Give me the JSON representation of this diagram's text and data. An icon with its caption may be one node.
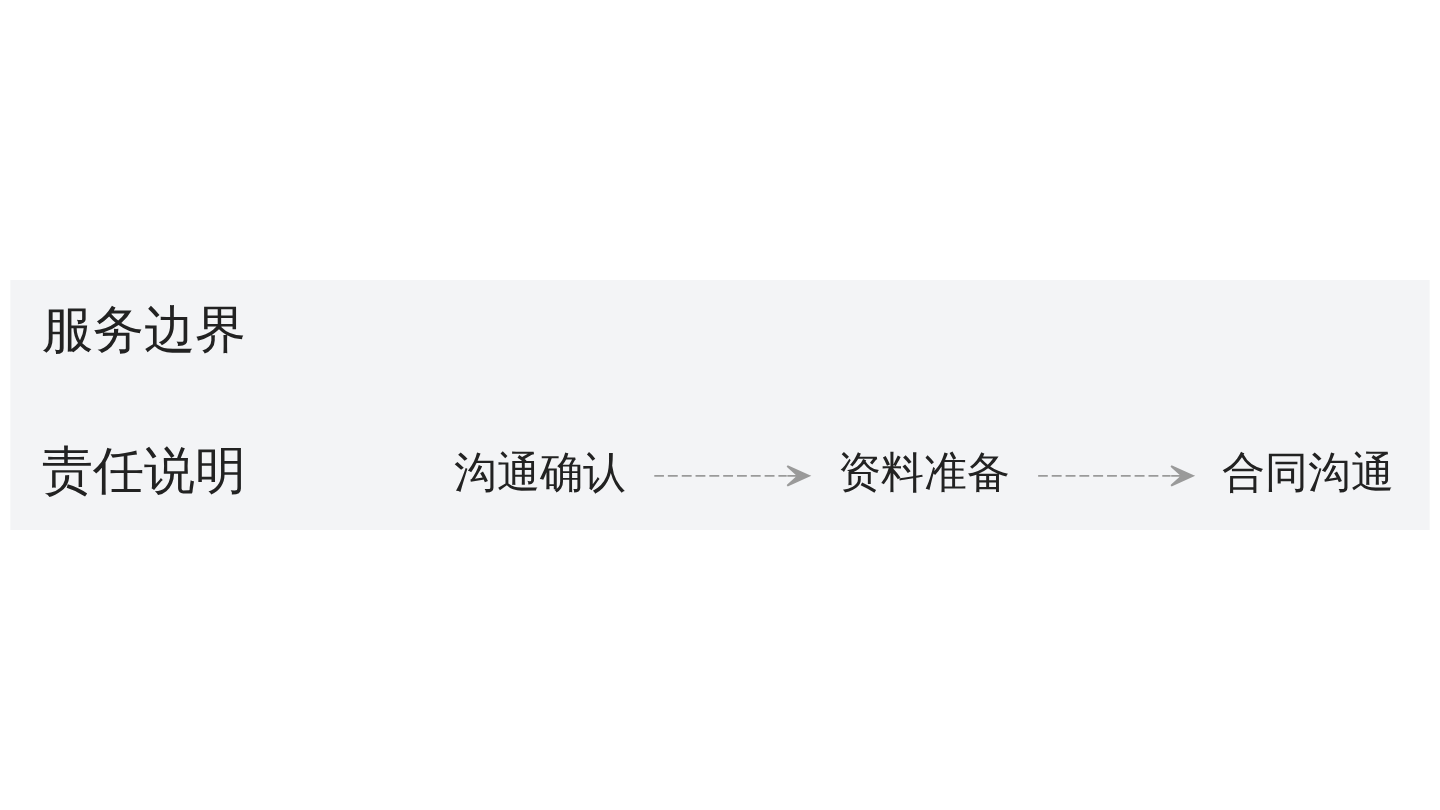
{
  "diagram": {
    "nodes": [
      {
        "text": [
          "沟通确认"
        ]
      },
      {
        "text": [
          "资料准备"
        ]
      },
      {
        "text": [
          "合同沟通"
        ]
      }
    ],
    "edges": [
      {
        "from": 0,
        "to": 1,
        "arrow": "to",
        "style": "dashed"
      },
      {
        "from": 1,
        "to": 2,
        "arrow": "to",
        "style": "dashed"
      }
    ],
    "labels": [
      "服务边界",
      "责任说明"
    ]
  }
}
